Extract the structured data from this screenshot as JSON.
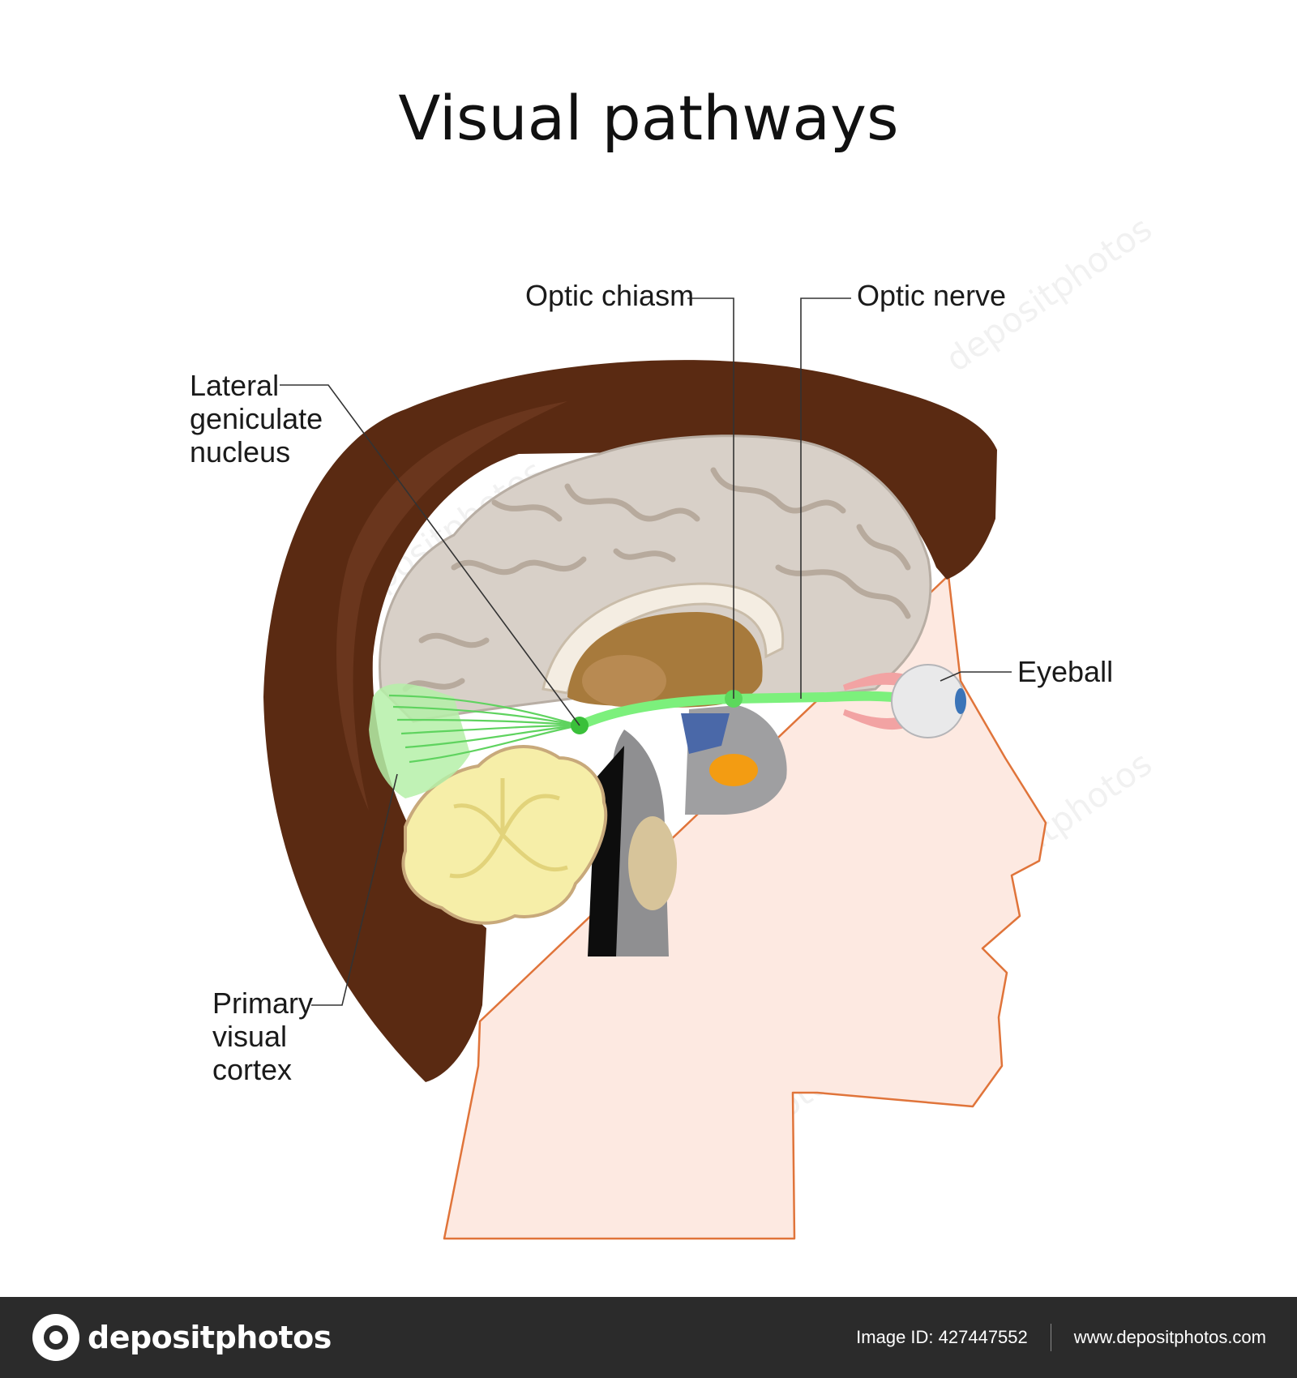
{
  "title": "Visual pathways",
  "labels": {
    "optic_chiasm": "Optic chiasm",
    "optic_nerve": "Optic nerve",
    "lgn_line1": "Lateral",
    "lgn_line2": "geniculate",
    "lgn_line3": "nucleus",
    "eyeball": "Eyeball",
    "pvc_line1": "Primary",
    "pvc_line2": "visual",
    "pvc_line3": "cortex"
  },
  "watermark": "depositphotos",
  "footer": {
    "logo_text": "depositphotos",
    "image_id": "Image ID: 427447552",
    "url": "www.depositphotos.com"
  },
  "colors": {
    "hair": "#5a2a12",
    "skin": "#fde9e1",
    "skin_outline": "#e0743a",
    "brain": "#d8d0c8",
    "pathway": "#7cf07c",
    "cerebellum": "#f6eea8",
    "footer": "#2b2b2b"
  }
}
